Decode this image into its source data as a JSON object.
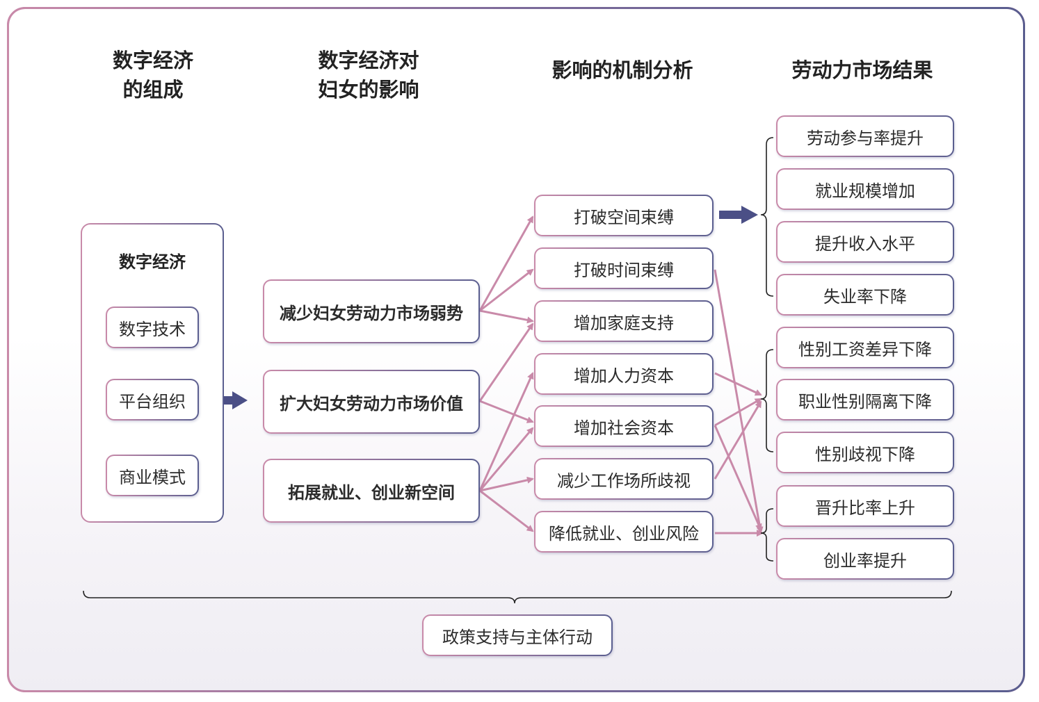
{
  "headers": {
    "col1": "数字经济\n的组成",
    "col2": "数字经济对\n妇女的影响",
    "col3": "影响的机制分析",
    "col4": "劳动力市场结果"
  },
  "components": {
    "group_title": "数字经济",
    "items": [
      "数字技术",
      "平台组织",
      "商业模式"
    ]
  },
  "impacts": [
    "减少妇女劳动力市场弱势",
    "扩大妇女劳动力市场价值",
    "拓展就业、创业新空间"
  ],
  "mechanisms": [
    "打破空间束缚",
    "打破时间束缚",
    "增加家庭支持",
    "增加人力资本",
    "增加社会资本",
    "减少工作场所歧视",
    "降低就业、创业风险"
  ],
  "outcomes": [
    "劳动参与率提升",
    "就业规模增加",
    "提升收入水平",
    "失业率下降",
    "性别工资差异下降",
    "职业性别隔离下降",
    "性别歧视下降",
    "晋升比率上升",
    "创业率提升"
  ],
  "policy": "政策支持与主体行动",
  "colors": {
    "pink": "#c98aa9",
    "navy": "#4b4f86"
  }
}
